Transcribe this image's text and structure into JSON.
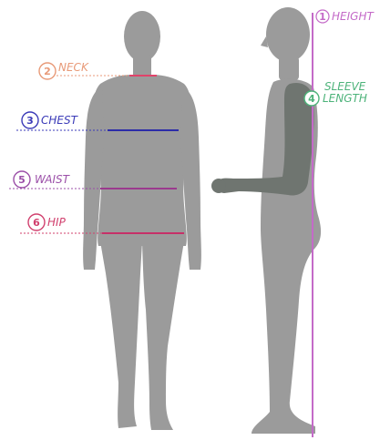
{
  "measurements": [
    {
      "number": "1",
      "label": "HEIGHT",
      "color": "#c46ac8"
    },
    {
      "number": "2",
      "label": "NECK",
      "color": "#e89a78"
    },
    {
      "number": "3",
      "label": "CHEST",
      "color": "#3b3bb8"
    },
    {
      "number": "4",
      "label_line1": "SLEEVE",
      "label_line2": "LENGTH",
      "color": "#4db37a"
    },
    {
      "number": "5",
      "label": "WAIST",
      "color": "#9b4fa8"
    },
    {
      "number": "6",
      "label": "HIP",
      "color": "#d1406e"
    }
  ],
  "colors": {
    "figure": "#9b9b9b",
    "figure_dark": "#6f7570",
    "background": "#ffffff"
  }
}
